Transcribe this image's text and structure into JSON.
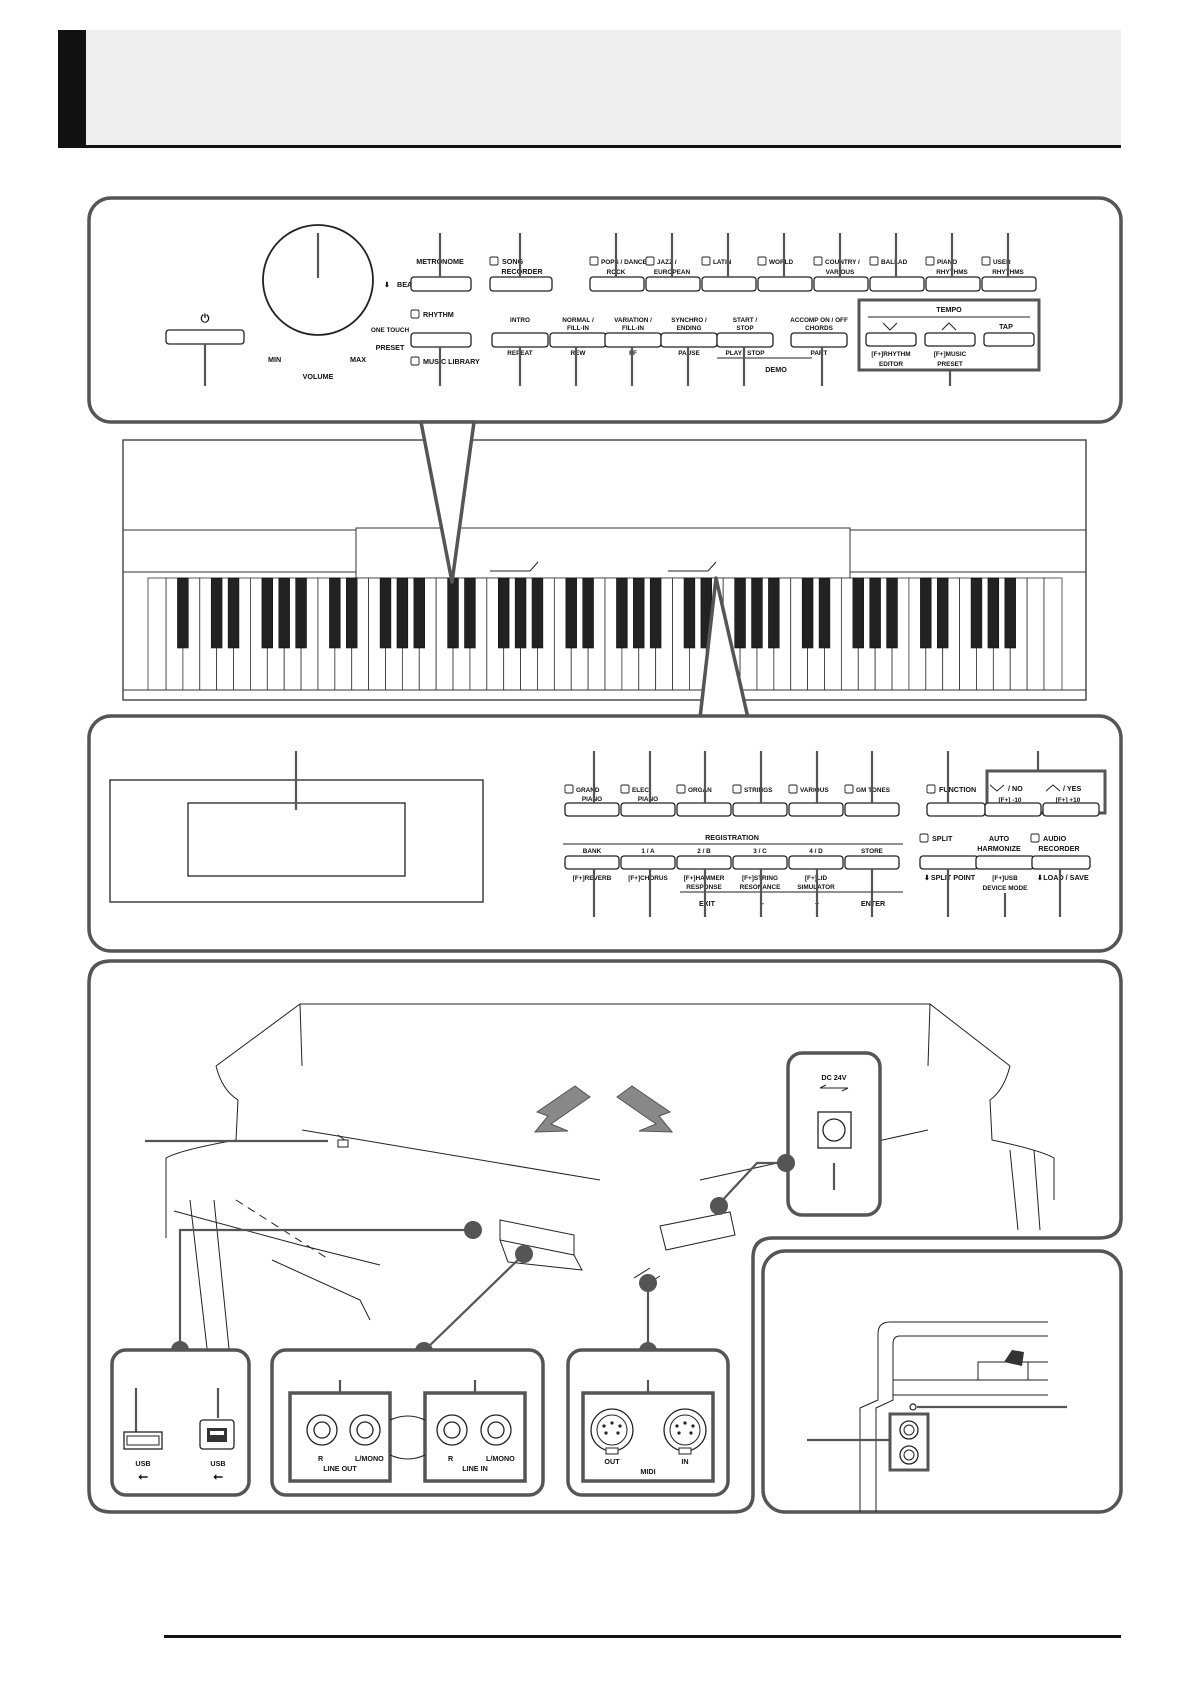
{
  "control_panel": {
    "power_symbol": "⏻",
    "volume": {
      "min": "MIN",
      "max": "MAX",
      "label": "VOLUME"
    },
    "metronome": "METRONOME",
    "beat": "BEAT",
    "rhythm": "RHYTHM",
    "one_touch": "ONE TOUCH",
    "preset": "PRESET",
    "music_library": "MUSIC LIBRARY",
    "song_recorder": [
      "SONG",
      "RECORDER"
    ],
    "rhythm_groups": [
      [
        "POPS / DANCE /",
        "ROCK"
      ],
      [
        "JAZZ /",
        "EUROPEAN"
      ],
      [
        "LATIN",
        ""
      ],
      [
        "WORLD",
        ""
      ],
      [
        "COUNTRY /",
        "VARIOUS"
      ],
      [
        "BALLAD",
        ""
      ],
      [
        "PIANO",
        "RHYTHMS"
      ],
      [
        "USER",
        "RHYTHMS"
      ]
    ],
    "accomp_buttons": [
      {
        "top": [
          "INTRO",
          ""
        ],
        "bottom": "REPEAT"
      },
      {
        "top": [
          "NORMAL /",
          "FILL-IN"
        ],
        "bottom": "REW"
      },
      {
        "top": [
          "VARIATION /",
          "FILL-IN"
        ],
        "bottom": "FF"
      },
      {
        "top": [
          "SYNCHRO /",
          "ENDING"
        ],
        "bottom": "PAUSE"
      },
      {
        "top": [
          "START /",
          "STOP"
        ],
        "bottom": "PLAY / STOP"
      },
      {
        "top": [
          "ACCOMP ON / OFF",
          "CHORDS"
        ],
        "bottom": "PART"
      }
    ],
    "demo": "DEMO",
    "tempo": {
      "label": "TEMPO",
      "tap": "TAP",
      "sub": [
        [
          "[F+]RHYTHM",
          "EDITOR"
        ],
        [
          "[F+]MUSIC",
          "PRESET"
        ]
      ]
    }
  },
  "tone_panel": {
    "tones": [
      [
        "GRAND",
        "PIANO"
      ],
      [
        "ELEC",
        "PIANO"
      ],
      [
        "ORGAN",
        ""
      ],
      [
        "STRINGS",
        ""
      ],
      [
        "VARIOUS",
        ""
      ],
      [
        "GM TONES",
        ""
      ]
    ],
    "function": "FUNCTION",
    "no": [
      "/ NO",
      "[F+] -10"
    ],
    "yes": [
      "/ YES",
      "[F+] +10"
    ],
    "registration": "REGISTRATION",
    "reg_buttons": [
      {
        "top": "BANK",
        "bottom": [
          "[F+]REVERB",
          ""
        ]
      },
      {
        "top": "1 / A",
        "bottom": [
          "[F+]CHORUS",
          ""
        ]
      },
      {
        "top": "2 / B",
        "bottom": [
          "[F+]HAMMER",
          "RESPONSE"
        ]
      },
      {
        "top": "3 / C",
        "bottom": [
          "[F+]STRING",
          "RESONANCE"
        ]
      },
      {
        "top": "4 / D",
        "bottom": [
          "[F+]LID",
          "SIMULATOR"
        ]
      },
      {
        "top": "STORE",
        "bottom": [
          "",
          ""
        ]
      }
    ],
    "reg_sub": [
      "EXIT",
      "–",
      "+",
      "ENTER"
    ],
    "split": "SPLIT",
    "split_point": "SPLIT POINT",
    "auto_harmonize": [
      "AUTO",
      "HARMONIZE"
    ],
    "device_mode": [
      "[F+]USB",
      "DEVICE MODE"
    ],
    "audio_recorder": [
      "AUDIO",
      "RECORDER"
    ],
    "load_save": "LOAD / SAVE"
  },
  "back_panel": {
    "dc": "DC 24V",
    "usb": [
      "USB",
      "USB"
    ],
    "line_out": {
      "r": "R",
      "l": "L/MONO",
      "label": "LINE OUT"
    },
    "line_in": {
      "r": "R",
      "l": "L/MONO",
      "label": "LINE IN"
    },
    "midi": {
      "out": "OUT",
      "in": "IN",
      "label": "MIDI"
    }
  }
}
